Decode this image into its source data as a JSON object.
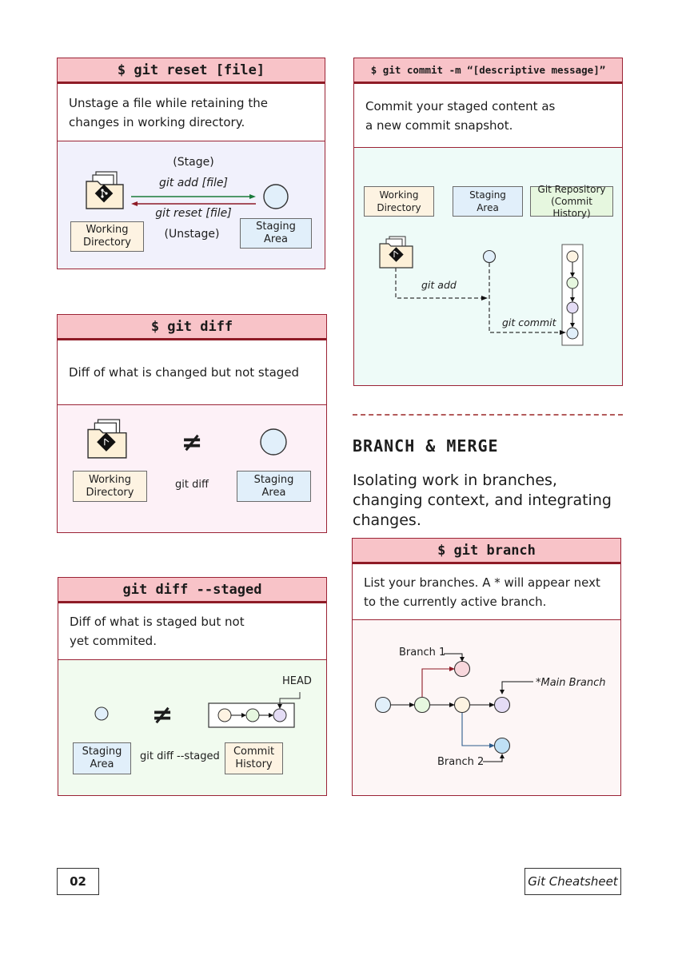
{
  "reset": {
    "command": "$ git reset [file]",
    "description": "Unstage a file while retaining the changes in working directory.",
    "stage_label": "(Stage)",
    "git_add": "git add [file]",
    "git_reset": "git reset [file]",
    "unstage_label": "(Unstage)",
    "working_dir": "Working Directory",
    "staging_area": "Staging Area"
  },
  "commit": {
    "command": "$ git commit -m “[descriptive message]”",
    "description": "Commit your staged content as a new commit snapshot.",
    "working_dir": "Working Directory",
    "staging_area": "Staging Area",
    "git_repo": "Git Repository (Commit History)",
    "git_add": "git add",
    "git_commit": "git commit"
  },
  "diff": {
    "command": "$ git diff",
    "description": "Diff of what is changed but not staged",
    "not_equal": "≠",
    "working_dir": "Working Directory",
    "git_diff": "git diff",
    "staging_area": "Staging Area"
  },
  "diff_staged": {
    "command": "git diff --staged",
    "description": "Diff of what is staged but not yet commited.",
    "head": "HEAD",
    "not_equal": "≠",
    "staging_area": "Staging Area",
    "git_diff_staged": "git diff --staged",
    "commit_history": "Commit History"
  },
  "section": {
    "title": "BRANCH & MERGE",
    "subtitle": "Isolating work in branches, changing context, and integrating changes."
  },
  "branch": {
    "command": "$ git branch",
    "description": "List your branches. A * will appear next to the currently active branch.",
    "branch1": "Branch 1",
    "main_branch": "*Main Branch",
    "branch2": "Branch 2"
  },
  "footer": {
    "page_number": "02",
    "doc_title": "Git Cheatsheet"
  },
  "colors": {
    "header_pink": "#f8c3c8",
    "accent_red": "#8e1b26",
    "working_dir_fill": "#fdf3e2",
    "staging_fill": "#e1effa",
    "repo_fill": "#e6f7df"
  }
}
